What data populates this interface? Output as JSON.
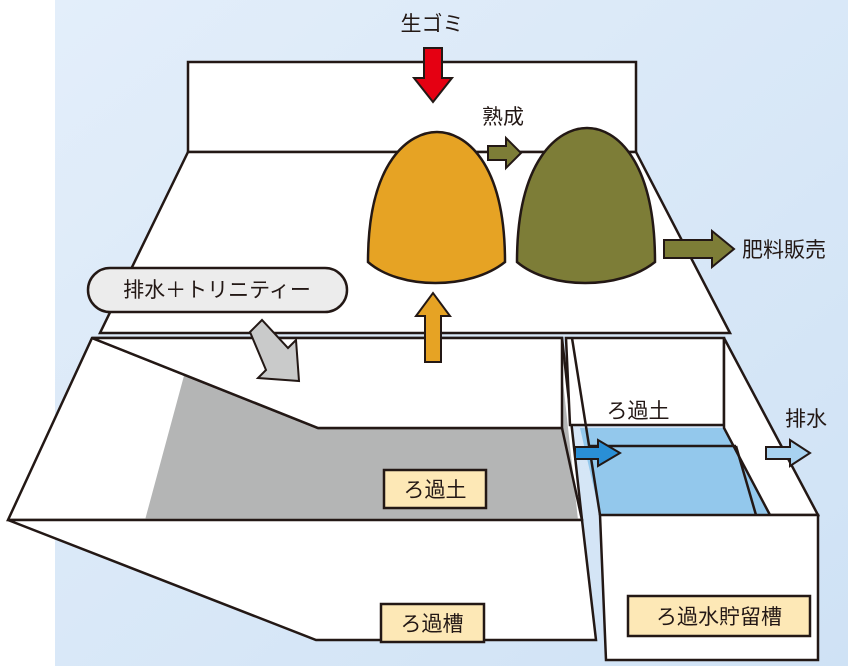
{
  "labels": {
    "food_waste": "生ゴミ",
    "maturation": "熟成",
    "fertilizer_sales": "肥料販売",
    "drainage_trinity": "排水＋トリニティー",
    "filter_soil_channel": "ろ過土",
    "drainage_out": "排水",
    "filter_soil_tank": "ろ過土",
    "filter_tank": "ろ過槽",
    "filtered_water_storage_tank": "ろ過水貯留槽"
  },
  "colors": {
    "background": "#dbe9f8",
    "fresh_compost": "#e6a324",
    "mature_compost": "#7d7d37",
    "red_arrow": "#e50012",
    "blue_arrow": "#2a8fd6",
    "light_blue_arrow": "#a8d2f0",
    "water": "#93c8ec",
    "gray_soil": "#b4b5b5",
    "label_box": "#fde8b6"
  }
}
